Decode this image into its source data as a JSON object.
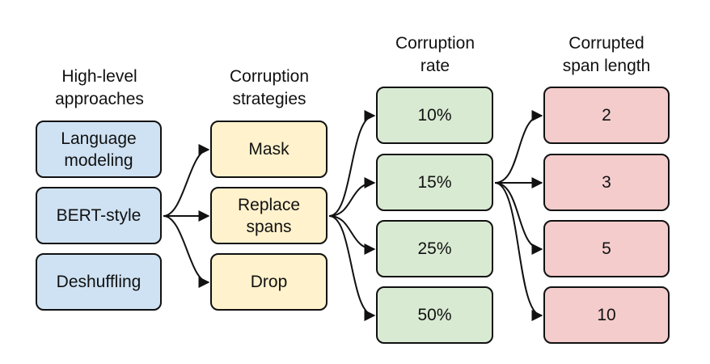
{
  "headers": {
    "approaches": "High-level\napproaches",
    "strategies": "Corruption\nstrategies",
    "rate": "Corruption\nrate",
    "span_length": "Corrupted\nspan length"
  },
  "approaches": [
    "Language\nmodeling",
    "BERT-style",
    "Deshuffling"
  ],
  "strategies": [
    "Mask",
    "Replace\nspans",
    "Drop"
  ],
  "rates": [
    "10%",
    "15%",
    "25%",
    "50%"
  ],
  "span_lengths": [
    "2",
    "3",
    "5",
    "10"
  ],
  "colors": {
    "approaches": "#cfe2f3",
    "strategies": "#fff2cc",
    "rates": "#d9ead3",
    "span_lengths": "#f4cccc"
  }
}
